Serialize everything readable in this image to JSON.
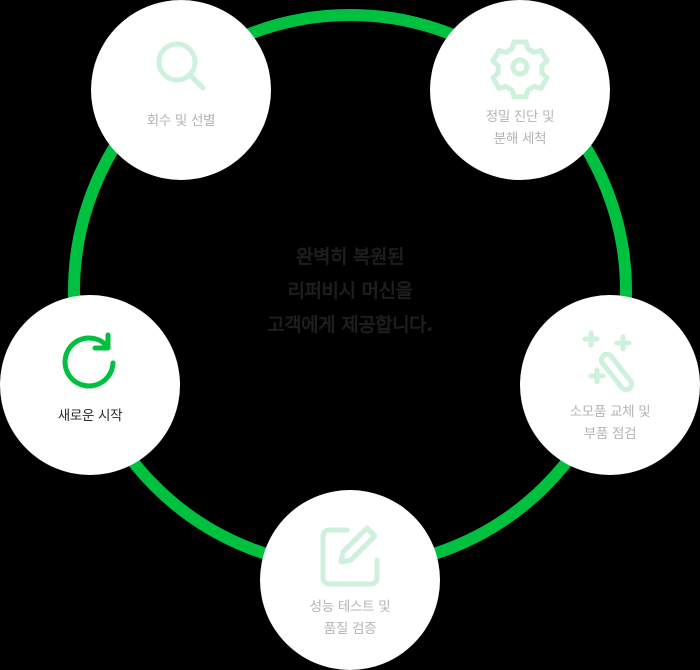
{
  "colors": {
    "background": "#000000",
    "ring": "#00c13f",
    "icon_muted": "#cdf1db",
    "icon_active": "#00c13f",
    "label_muted": "#b4b4b4",
    "label_active": "#2a2a2a",
    "center_text": "#1e1e1e"
  },
  "center": {
    "lines": [
      "완벽히 복원된",
      "리퍼비시 머신을",
      "고객에게 제공합니다."
    ]
  },
  "steps": [
    {
      "id": "collect",
      "icon": "search-icon",
      "lines": [
        "회수 및 선별"
      ],
      "active": false
    },
    {
      "id": "diagnose",
      "icon": "gear-icon",
      "lines": [
        "정밀 진단 및",
        "분해 세척"
      ],
      "active": false
    },
    {
      "id": "replace",
      "icon": "magic-wand-icon",
      "lines": [
        "소모품 교체 및",
        "부품 점검"
      ],
      "active": false
    },
    {
      "id": "test",
      "icon": "edit-icon",
      "lines": [
        "성능 테스트 및",
        "품질 검증"
      ],
      "active": false
    },
    {
      "id": "restart",
      "icon": "refresh-icon",
      "lines": [
        "새로운 시작"
      ],
      "active": true
    }
  ]
}
